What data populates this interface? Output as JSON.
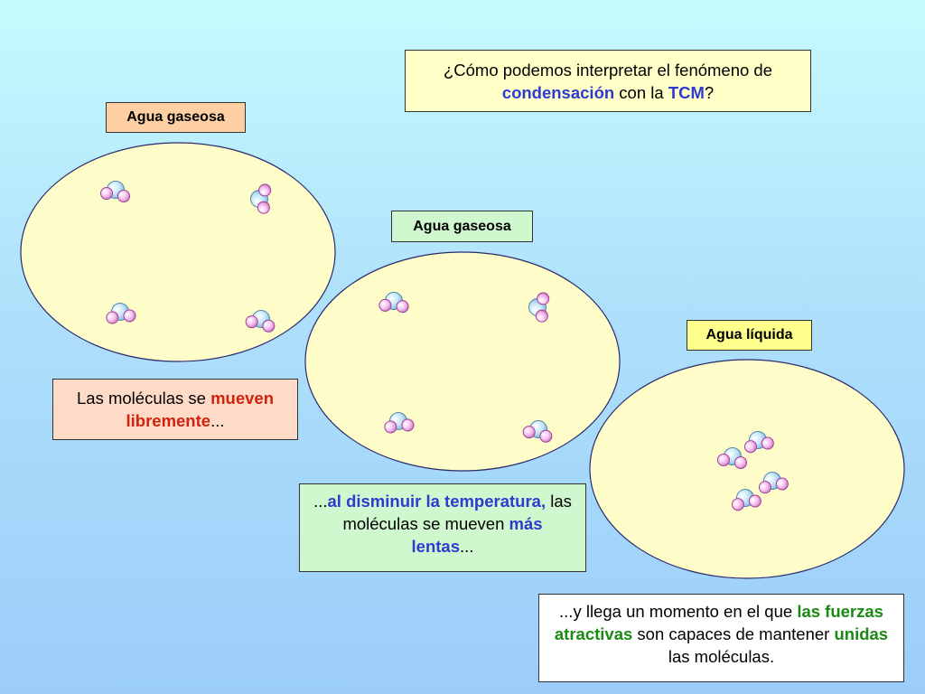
{
  "question": {
    "part1": "¿Cómo podemos interpretar el fenómeno de ",
    "condensacion": "condensación",
    "part2": " con la ",
    "tcm": "TCM",
    "part3": "?"
  },
  "labels": {
    "gas1": "Agua gaseosa",
    "gas2": "Agua gaseosa",
    "liquid": "Agua líquida"
  },
  "caption1": {
    "text1": "Las moléculas se ",
    "highlight": "mueven libremente",
    "text2": "..."
  },
  "caption2": {
    "prefix": "...",
    "highlight1": "al disminuir la temperatura,",
    "text1": " las moléculas se mueven ",
    "highlight2": "más lentas",
    "text2": "..."
  },
  "caption3": {
    "text1": "...y llega un momento en el que ",
    "highlight1": "las fuerzas atractivas",
    "text2": " son capaces de mantener ",
    "highlight2": "unidas",
    "text3": " las moléculas."
  },
  "colors": {
    "container_fill": "#fefcc9",
    "oxygen": "#bfe2f6",
    "hydrogen": "#f6b6ee",
    "accent_blue": "#2e3bcf",
    "accent_red": "#d2220f",
    "accent_green": "#1b8a14"
  },
  "molecule_icons": [
    "water-molecule-icon"
  ]
}
